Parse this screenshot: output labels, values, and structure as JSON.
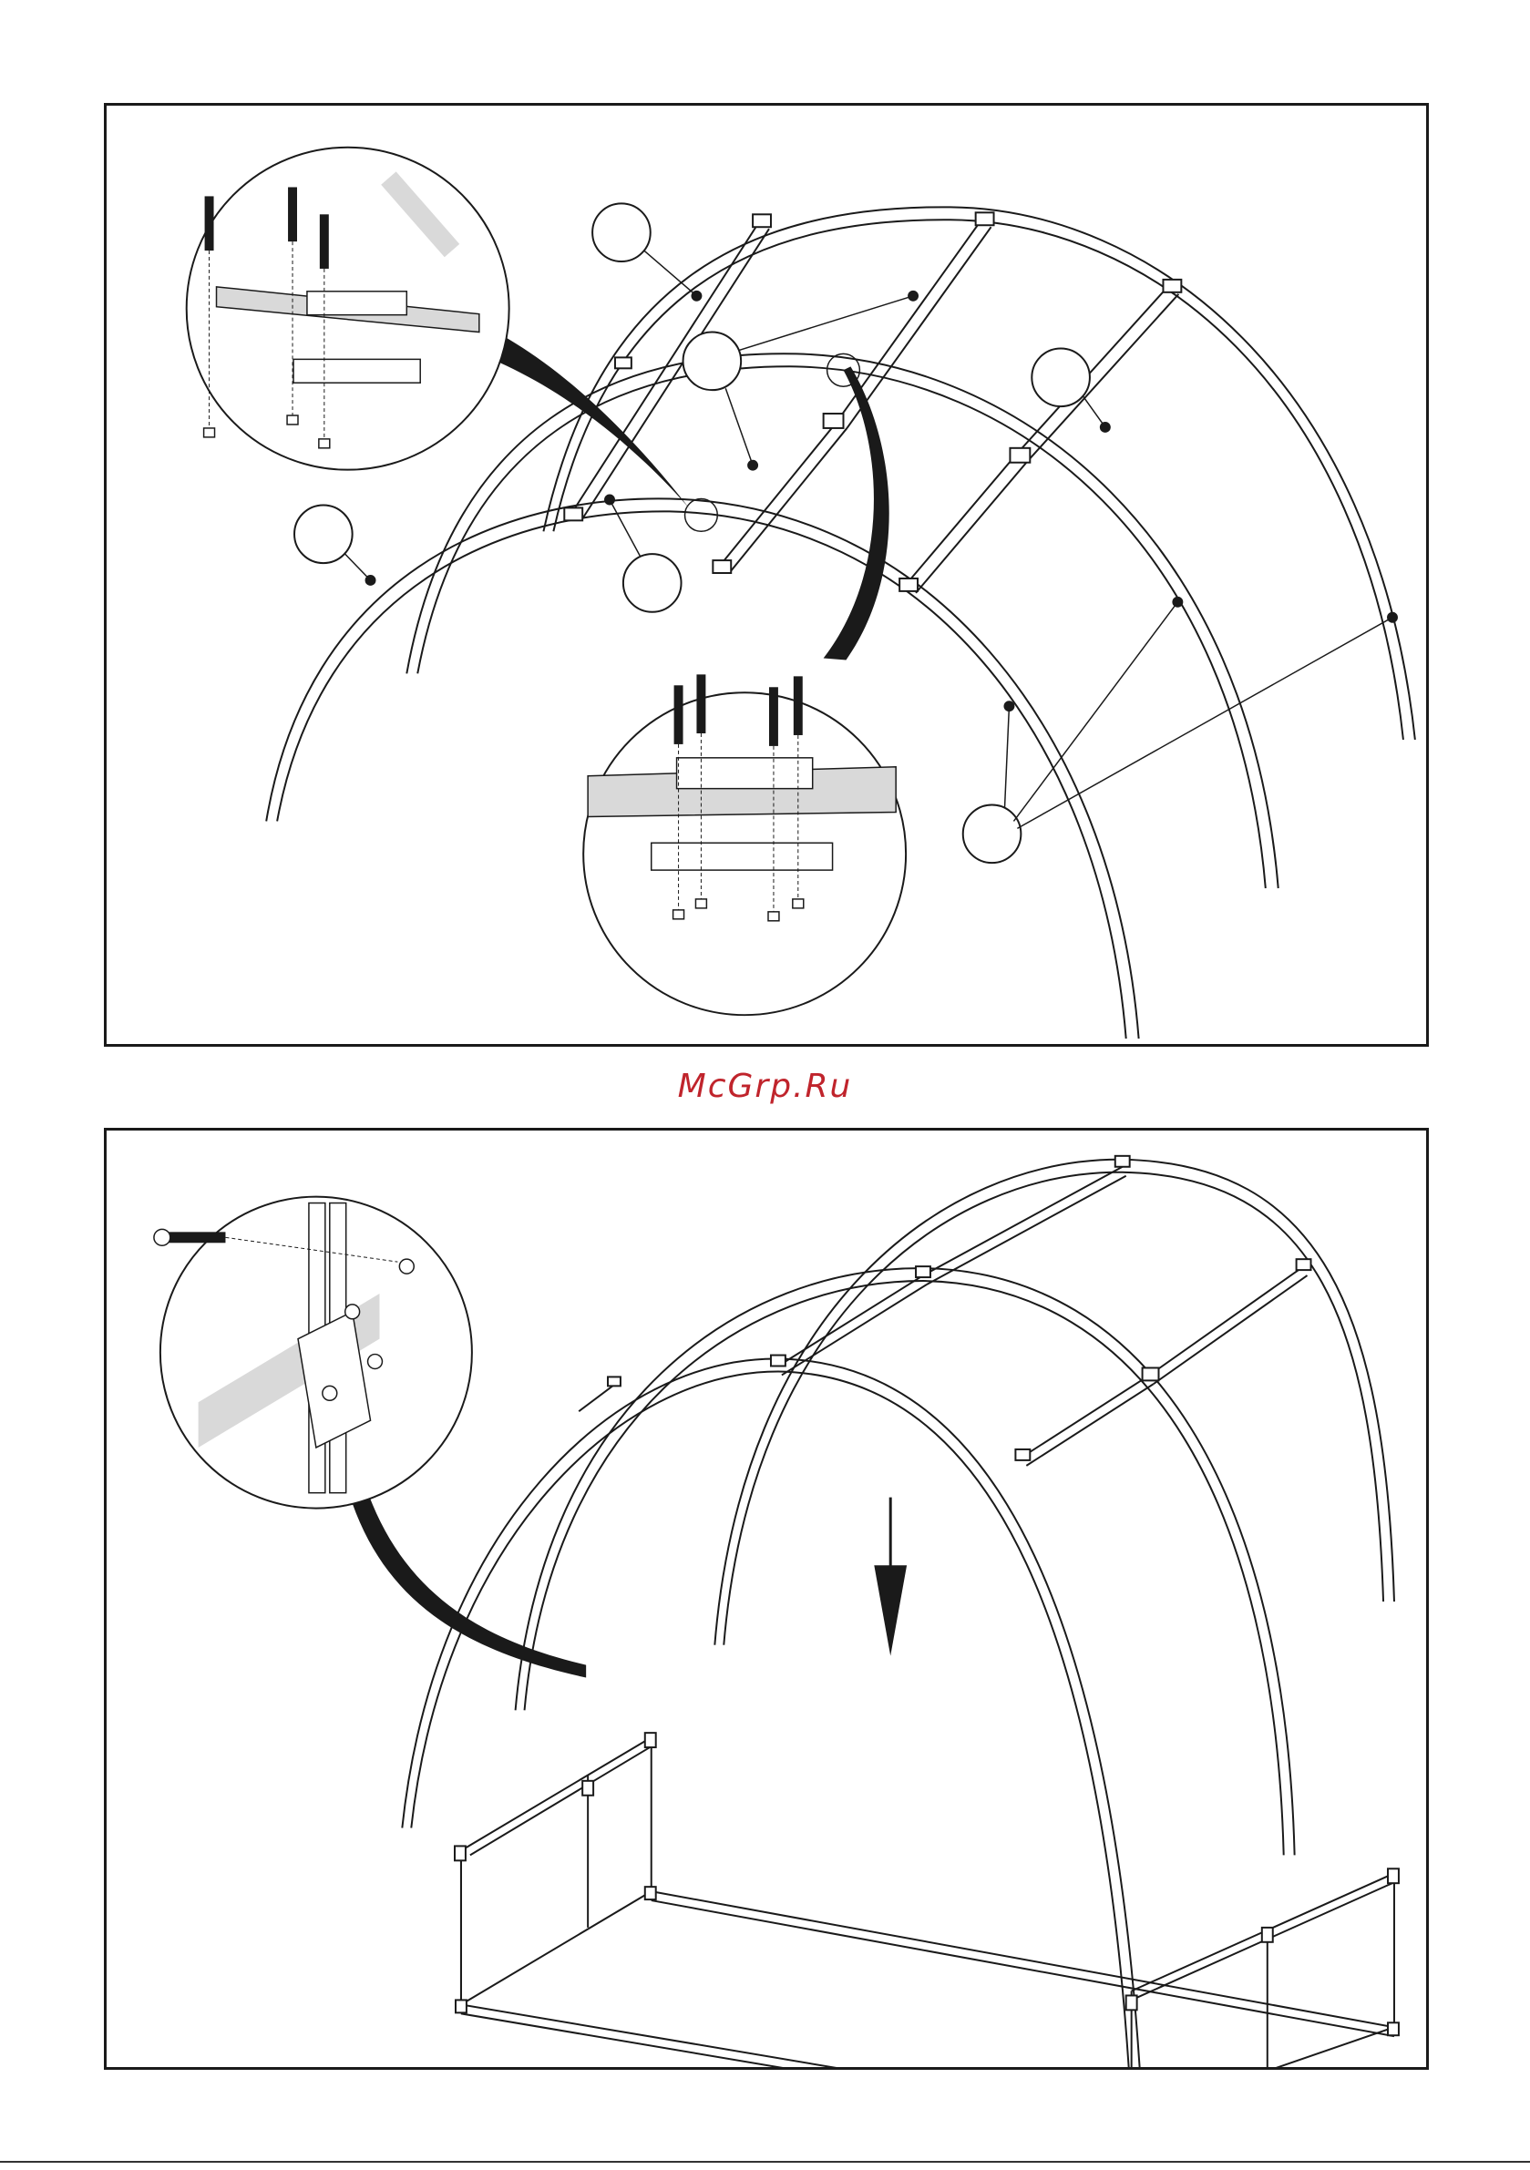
{
  "watermark": {
    "text": "McGrp.Ru",
    "color": "#c0242c"
  },
  "colors": {
    "line": "#1a1a1a",
    "fill_gray": "#d9d9d9",
    "background": "#ffffff"
  },
  "panels": [
    {
      "id": "top",
      "content": "roof-arches-with-crossbars",
      "callouts": [
        "bolt-plate-joint-detail",
        "cross-connector-detail"
      ]
    },
    {
      "id": "bottom",
      "content": "roof-onto-base-frame",
      "callouts": [
        "corner-bolt-detail"
      ],
      "arrow": "down"
    }
  ]
}
